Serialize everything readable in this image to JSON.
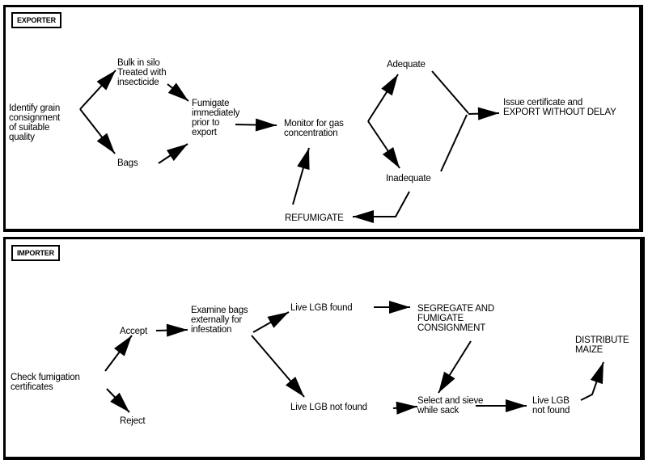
{
  "exporter": {
    "tag": "EXPORTER",
    "nodes": {
      "identify": [
        "Identify grain",
        "consignment",
        "of suitable",
        "quality"
      ],
      "bulk": [
        "Bulk in silo",
        "Treated with",
        "insecticide"
      ],
      "bags": [
        "Bags"
      ],
      "fumigate": [
        "Fumigate",
        "immediately",
        "prior to",
        "export"
      ],
      "monitor": [
        "Monitor for gas",
        "concentration"
      ],
      "adequate": [
        "Adequate"
      ],
      "inadequate": [
        "Inadequate"
      ],
      "issue": [
        "Issue certificate and",
        "EXPORT WITHOUT DELAY"
      ],
      "refumigate": [
        "REFUMIGATE"
      ]
    }
  },
  "importer": {
    "tag": "IMPORTER",
    "nodes": {
      "check": [
        "Check fumigation",
        "certificates"
      ],
      "accept": [
        "Accept"
      ],
      "reject": [
        "Reject"
      ],
      "examine": [
        "Examine bags",
        "externally for",
        "infestation"
      ],
      "lgb_found": [
        "Live LGB found"
      ],
      "lgb_not_found": [
        "Live LGB not found"
      ],
      "segregate": [
        "SEGREGATE AND",
        "FUMIGATE",
        "CONSIGNMENT"
      ],
      "select": [
        "Select and sieve",
        "while sack"
      ],
      "lgb_not_found_2": [
        "Live LGB",
        "not found"
      ],
      "distribute": [
        "DISTRIBUTE",
        "MAIZE"
      ]
    }
  }
}
